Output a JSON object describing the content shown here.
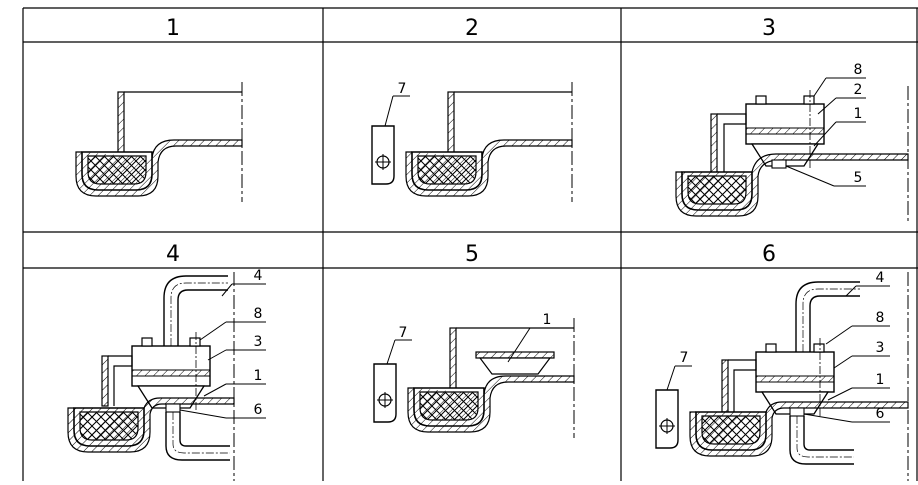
{
  "headers": [
    "1",
    "2",
    "3",
    "4",
    "5",
    "6"
  ],
  "panels": [
    {
      "labels": []
    },
    {
      "labels": [
        "7"
      ]
    },
    {
      "labels": [
        "8",
        "2",
        "1",
        "5"
      ]
    },
    {
      "labels": [
        "4",
        "8",
        "3",
        "1",
        "6"
      ]
    },
    {
      "labels": [
        "7",
        "1"
      ]
    },
    {
      "labels": [
        "7",
        "4",
        "8",
        "3",
        "1",
        "6"
      ]
    }
  ]
}
